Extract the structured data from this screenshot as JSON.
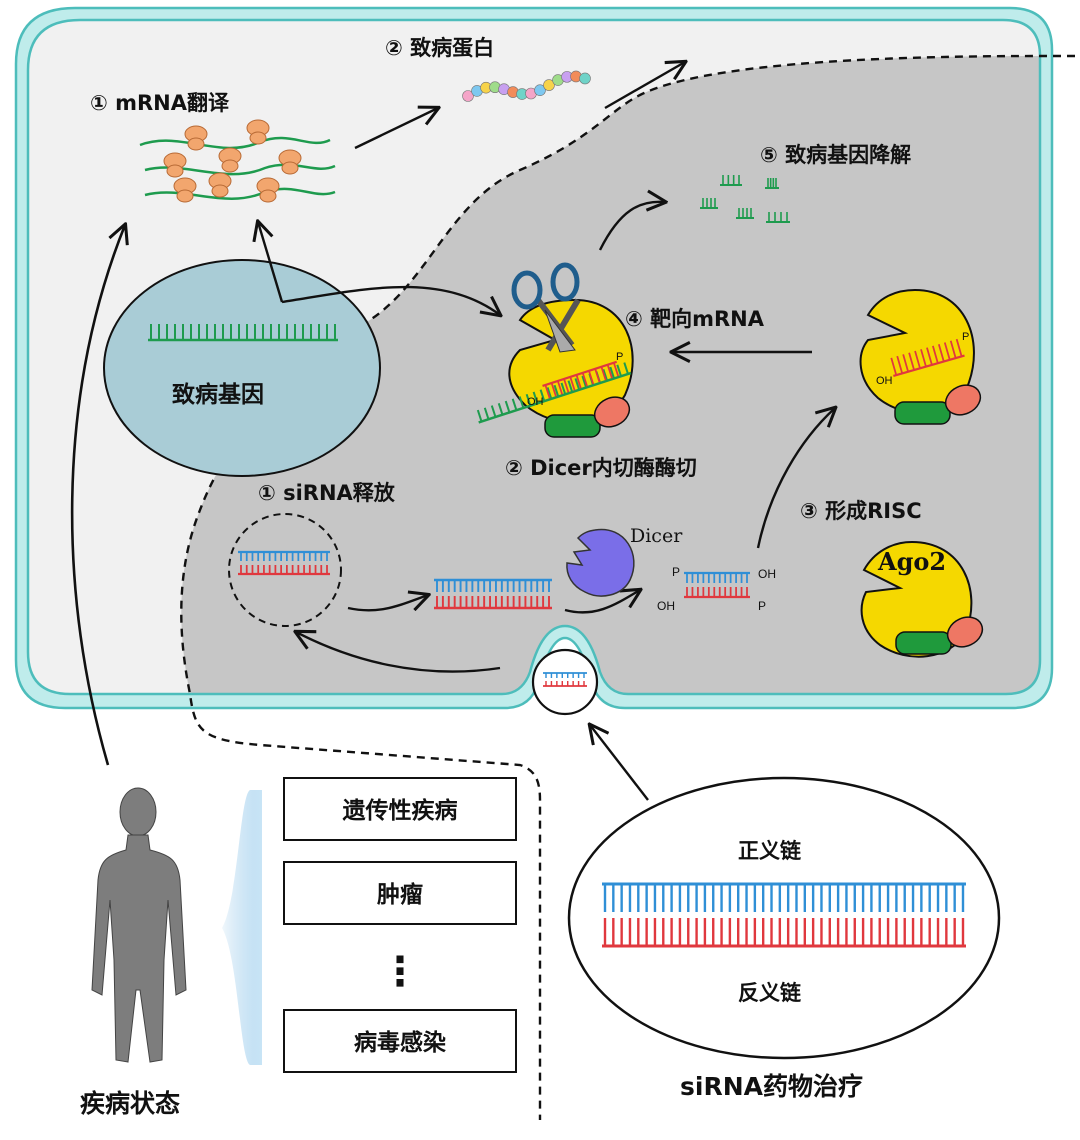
{
  "labels": {
    "mrna_translation": "① mRNA翻译",
    "pathogenic_protein": "② 致病蛋白",
    "gene_degradation": "⑤ 致病基因降解",
    "targeting": "④ 靶向mRNA",
    "pathogenic_gene": "致病基因",
    "dicer_cleavage": "② Dicer内切酶酶切",
    "sirna_release": "① siRNA释放",
    "risc_formation": "③ 形成RISC",
    "dicer": "Dicer",
    "ago2": "Ago2",
    "p": "P",
    "oh": "OH",
    "sense_strand": "正义链",
    "antisense_strand": "反义链",
    "disease_state": "疾病状态",
    "sirna_therapy": "siRNA药物治疗"
  },
  "diseases": [
    "遗传性疾病",
    "肿瘤",
    "病毒感染"
  ],
  "ellipsis": "⋮",
  "colors": {
    "sense_strand": "#2f8fd6",
    "antisense_strand": "#e0383e",
    "mrna": "#1e9b4e",
    "ago2": "#f5d800",
    "dicer": "#7a6ee8",
    "membrane": "#4dbdbb",
    "nucleus": "#a9ccd6",
    "cytoplasm_dark": "#c6c6c6",
    "cytoplasm_light": "#f1f1f1",
    "ribosome": "#f2a66e",
    "domain_green": "#1f9a3c",
    "domain_salmon": "#ee7764",
    "human": "#7d7d7d"
  }
}
